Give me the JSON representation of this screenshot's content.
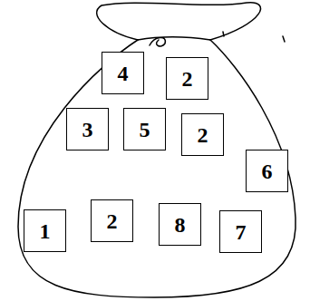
{
  "diagram": {
    "nodes": [
      {
        "text": [
          "4"
        ]
      },
      {
        "text": [
          "2"
        ]
      },
      {
        "text": [
          "3"
        ]
      },
      {
        "text": [
          "5"
        ]
      },
      {
        "text": [
          "2"
        ]
      },
      {
        "text": [
          "6"
        ]
      },
      {
        "text": [
          "1"
        ]
      },
      {
        "text": [
          "2"
        ]
      },
      {
        "text": [
          "8"
        ]
      },
      {
        "text": [
          "7"
        ]
      }
    ]
  }
}
